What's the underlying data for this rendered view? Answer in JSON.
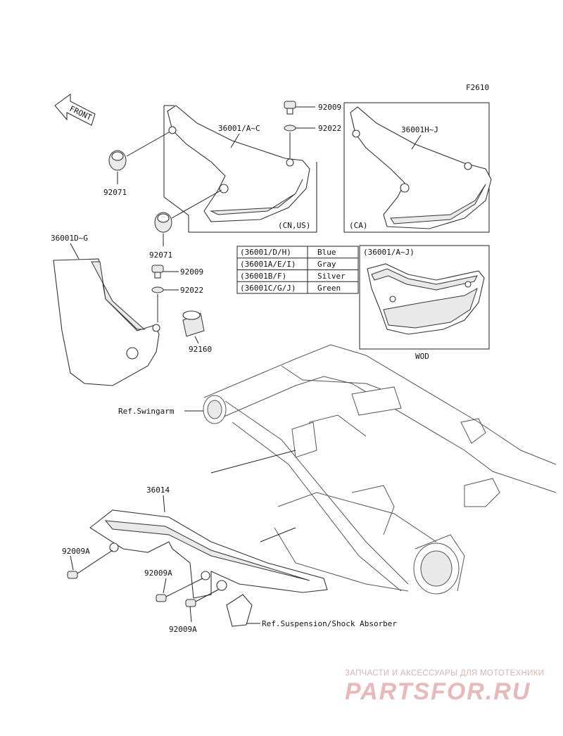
{
  "figure_code": "F2610",
  "front_arrow": "FRONT",
  "labels": {
    "cover_cn_us": "36001/A~C",
    "cover_ca": "36001H~J",
    "cover_left": "36001D~G",
    "grommet_top": "92071",
    "grommet_bottom": "92071",
    "bolt_top": "92009",
    "washer_top": "92022",
    "bolt_left": "92009",
    "washer_left": "92022",
    "collar": "92160",
    "chain_guard": "36014",
    "bolt_a1": "92009A",
    "bolt_a2": "92009A",
    "bolt_a3": "92009A",
    "ref_swingarm": "Ref.Swingarm",
    "ref_suspension": "Ref.Suspension/Shock Absorber",
    "region_cn_us": "(CN,US)",
    "region_ca": "(CA)",
    "wod_header": "(36001/A~J)",
    "wod_label": "WOD"
  },
  "color_table": [
    {
      "parts": "(36001/D/H)",
      "color": "Blue"
    },
    {
      "parts": "(36001A/E/I)",
      "color": "Gray"
    },
    {
      "parts": "(36001B/F)",
      "color": "Silver"
    },
    {
      "parts": "(36001C/G/J)",
      "color": "Green"
    }
  ],
  "watermark": {
    "line1": "ЗАПЧАСТИ И АКСЕССУАРЫ ДЛЯ МОТОТЕХНИКИ",
    "line2": "PARTSFOR.RU"
  }
}
